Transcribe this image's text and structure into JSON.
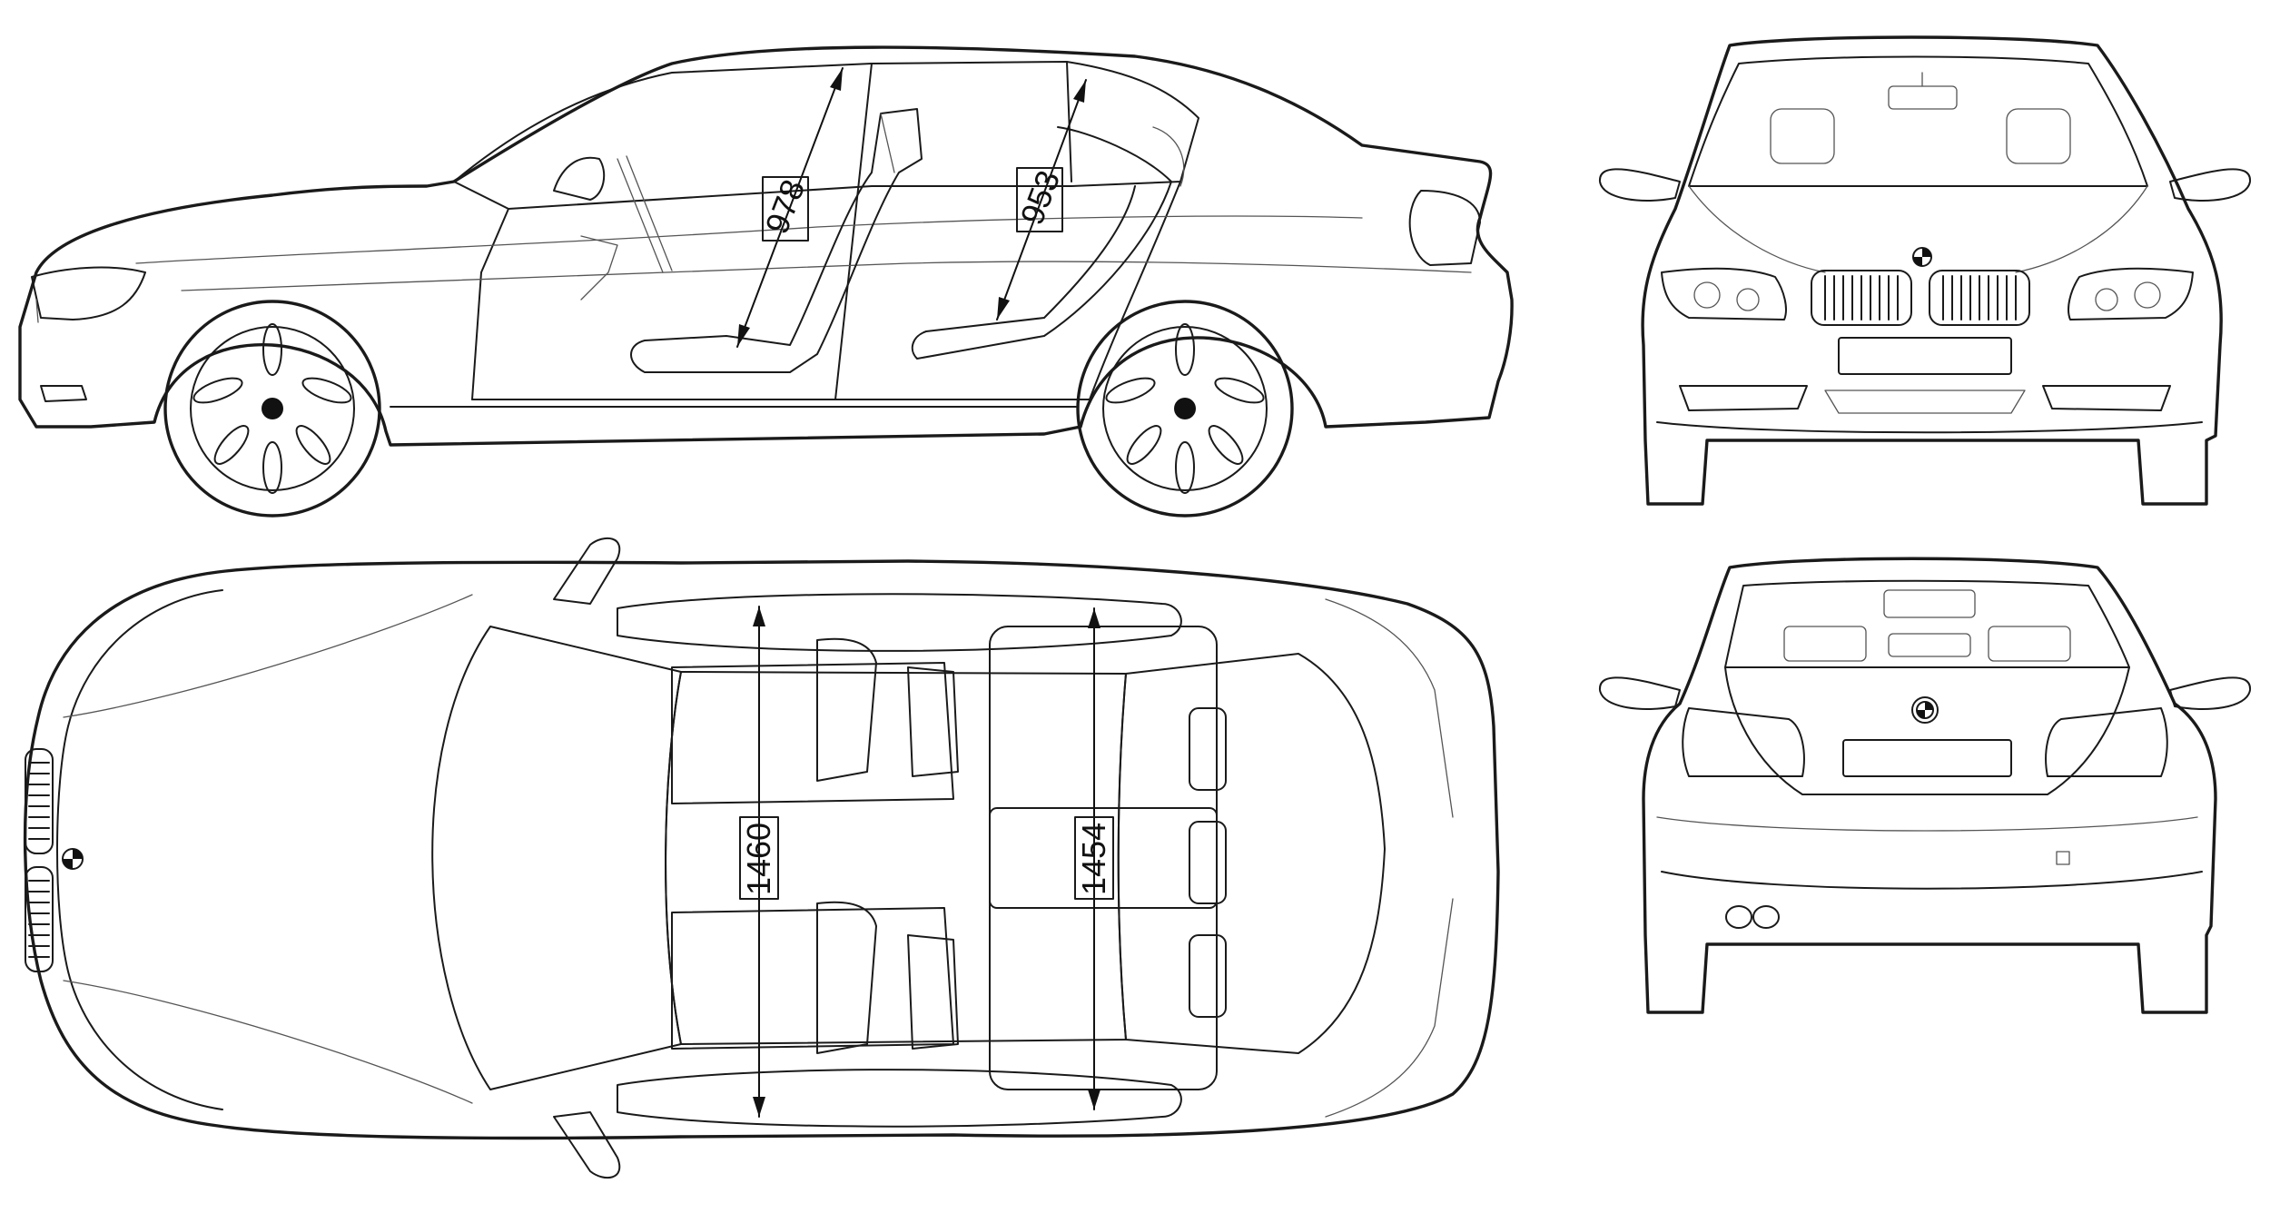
{
  "dimensions": {
    "side_front_headroom": "978",
    "side_rear_headroom": "953",
    "top_front_shoulder": "1460",
    "top_rear_shoulder": "1454"
  },
  "colors": {
    "line": "#1a1a1a",
    "background": "#ffffff"
  },
  "icons": [
    "car-side-view",
    "car-top-view",
    "car-front-view",
    "car-rear-view",
    "wheel-icon",
    "bmw-logo-icon"
  ]
}
